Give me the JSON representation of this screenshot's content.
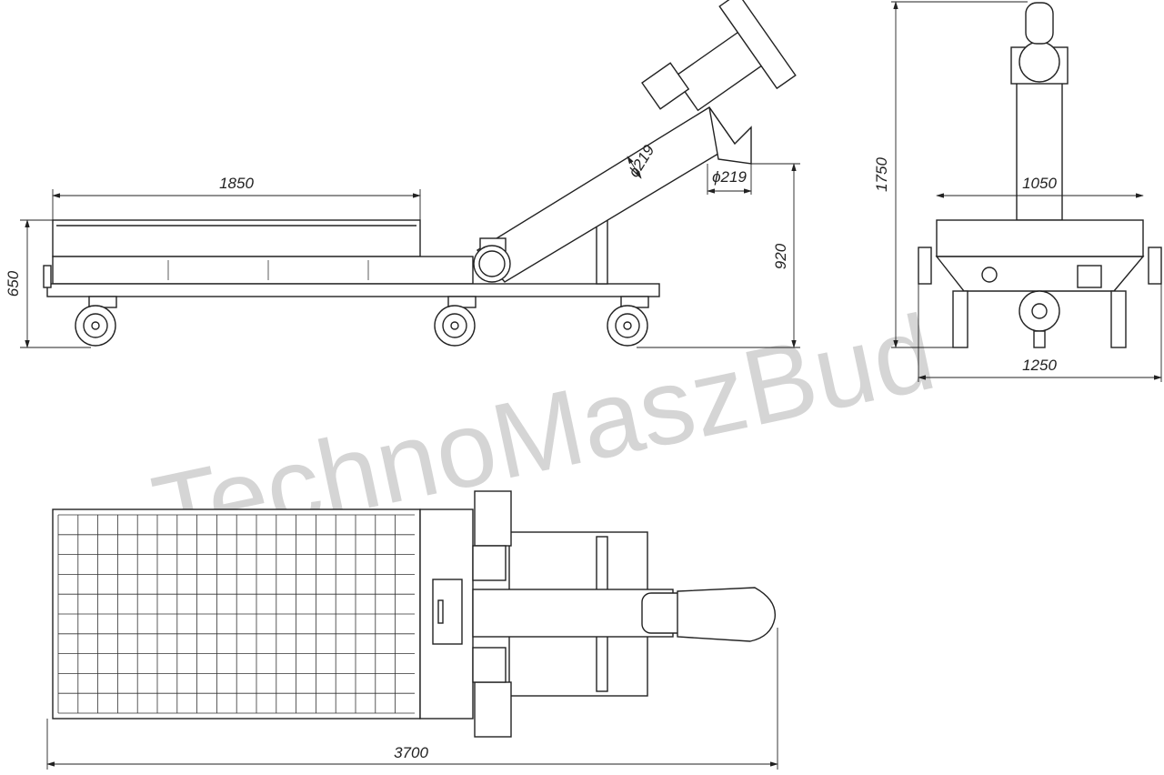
{
  "watermark": "TechnoMaszBud",
  "side_view": {
    "dims": {
      "length_top": "1850",
      "height_frame": "650",
      "height_outlet": "920",
      "tube_diameter": "ϕ219",
      "outlet_diameter": "ϕ219"
    }
  },
  "front_view": {
    "dims": {
      "total_height": "1750",
      "inner_width": "1050",
      "total_width": "1250"
    }
  },
  "top_view": {
    "dims": {
      "total_length": "3700"
    }
  }
}
